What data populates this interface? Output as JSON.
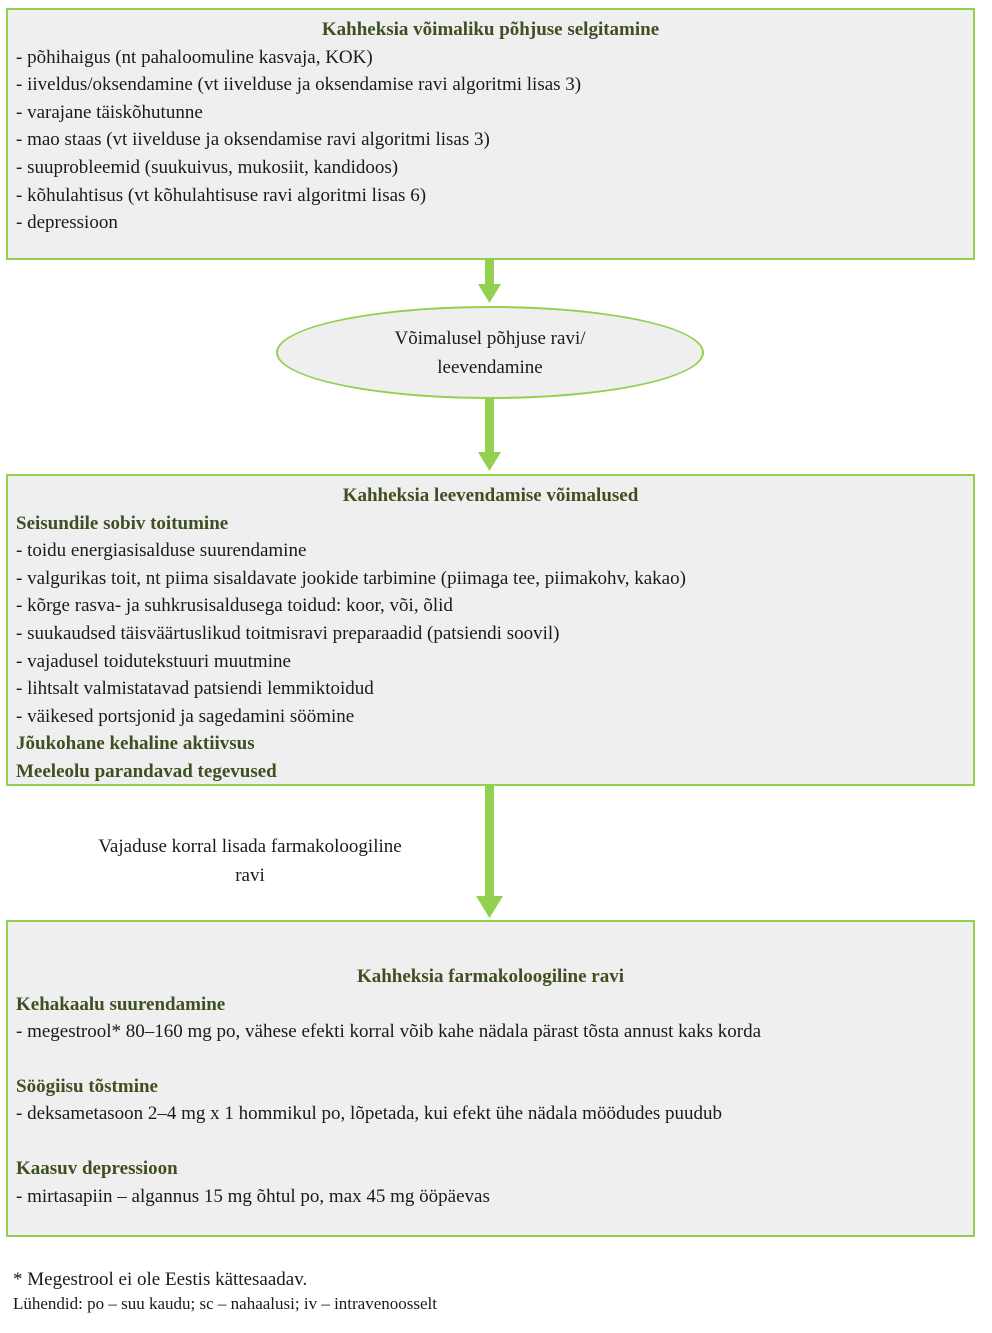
{
  "box_causes": {
    "title": "Kahheksia võimaliku põhjuse selgitamine",
    "items": [
      "- põhihaigus (nt pahaloomuline kasvaja, KOK)",
      "- iiveldus/oksendamine (vt iivelduse ja oksendamise ravi algoritmi lisas 3)",
      "- varajane täiskõhutunne",
      "- mao staas (vt iivelduse ja oksendamise ravi algoritmi lisas 3)",
      "- suuprobleemid (suukuivus, mukosiit, kandidoos)",
      "- kõhulahtisus (vt kõhulahtisuse ravi algoritmi lisas 6)",
      "- depressioon"
    ]
  },
  "ellipse": {
    "line1": "Võimalusel põhjuse ravi/",
    "line2": "leevendamine"
  },
  "box_relief": {
    "title": "Kahheksia leevendamise võimalused",
    "heading_nutrition": "Seisundile sobiv toitumine",
    "items": [
      "- toidu energiasisalduse suurendamine",
      "- valgurikas toit, nt piima sisaldavate jookide tarbimine (piimaga tee, piimakohv, kakao)",
      "- kõrge rasva- ja suhkrusisaldusega toidud: koor, või, õlid",
      "- suukaudsed täisväärtuslikud toitmisravi preparaadid (patsiendi soovil)",
      "- vajadusel toidutekstuuri muutmine",
      "- lihtsalt valmistatavad patsiendi lemmiktoidud",
      "- väikesed portsjonid ja sagedamini söömine"
    ],
    "heading_activity": "Jõukohane kehaline aktiivsus",
    "heading_mood": "Meeleolu parandavad tegevused"
  },
  "side_note": {
    "line1": "Vajaduse korral lisada farmakoloogiline",
    "line2": "ravi"
  },
  "box_pharma": {
    "title": "Kahheksia farmakoloogiline ravi",
    "sections": [
      {
        "heading": "Kehakaalu suurendamine",
        "item": "- megestrool* 80–160 mg po, vähese efekti korral võib kahe nädala pärast tõsta annust kaks korda"
      },
      {
        "heading": "Söögiisu tõstmine",
        "item": "- deksametasoon 2–4 mg x 1 hommikul po, lõpetada, kui efekt ühe nädala möödudes puudub"
      },
      {
        "heading": "Kaasuv depressioon",
        "item": "- mirtasapiin – algannus 15 mg õhtul po, max 45 mg ööpäevas"
      }
    ]
  },
  "footnotes": {
    "note1": "* Megestrool ei ole Eestis kättesaadav.",
    "note2": "Lühendid: po – suu kaudu; sc – nahaalusi; iv – intravenoosselt"
  },
  "colors": {
    "border": "#92d050",
    "box_fill": "#efefef",
    "heading_text": "#3e4f21"
  }
}
